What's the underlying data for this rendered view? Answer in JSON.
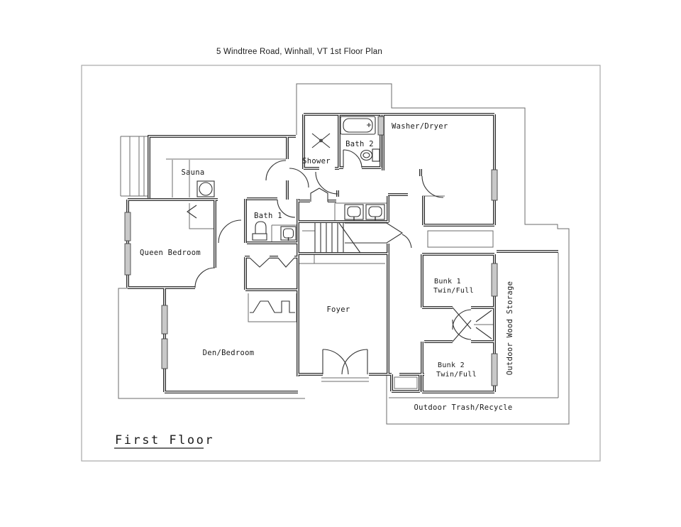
{
  "page": {
    "title": "5 Windtree Road, Winhall, VT 1st Floor Plan",
    "floor_label": "First Floor"
  },
  "rooms": {
    "sauna": {
      "label": "Sauna"
    },
    "shower": {
      "label": "Shower"
    },
    "bath_2": {
      "label": "Bath 2"
    },
    "washer_dryer": {
      "label": "Washer/Dryer"
    },
    "bath_1": {
      "label": "Bath 1"
    },
    "queen_bedroom": {
      "label": "Queen Bedroom"
    },
    "foyer": {
      "label": "Foyer"
    },
    "den_bedroom": {
      "label": "Den/Bedroom"
    },
    "bunk_1": {
      "label": "Bunk 1",
      "sublabel": "Twin/Full"
    },
    "bunk_2": {
      "label": "Bunk 2",
      "sublabel": "Twin/Full"
    },
    "outdoor_wood_storage": {
      "label": "Outdoor Wood Storage"
    },
    "outdoor_trash_recycle": {
      "label": "Outdoor Trash/Recycle"
    }
  },
  "colors": {
    "wall": "#1a1a1a",
    "thin_line": "#6b6b6b",
    "fixture_line": "#333333",
    "window_fill": "#c9c9c9",
    "page_border": "#a8a8a8",
    "background": "#ffffff"
  }
}
